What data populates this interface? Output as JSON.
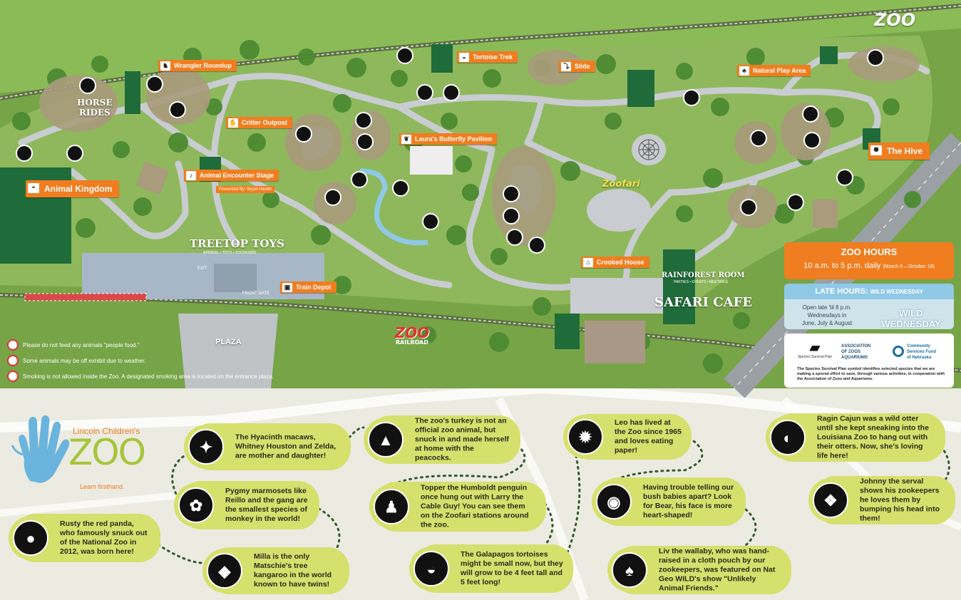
{
  "brand": {
    "zoo_logo": "ZOO",
    "org_name": "Lincoln Children's",
    "org_logo": "ZOO",
    "tagline": "Learn firsthand."
  },
  "colors": {
    "grass": "#77a447",
    "path": "#c9ccd0",
    "orange": "#f07d1f",
    "blue": "#8fc9e6",
    "lime": "#d6e06d",
    "dark_green": "#1f6b3a"
  },
  "labels": {
    "wrangler": "Wrangler Roundup",
    "tortoise": "Tortoise Trek",
    "slide": "Slide",
    "natural_play": "Natural Play Area",
    "critter": "Critter Outpost",
    "butterfly": "Laura's Butterfly Pavilion",
    "hive": "The Hive",
    "animal_kingdom": "Animal Kingdom",
    "encounter": "Animal Encounter Stage",
    "encounter_sponsor": "Presented By: Bryan Health",
    "crooked": "Crooked House",
    "train_depot": "Train Depot"
  },
  "places": {
    "horse_rides_1": "HORSE",
    "horse_rides_2": "RIDES",
    "treetop": "TREETOP TOYS",
    "treetop_sub": "APPAREL • TOYS • SOUVENIRS",
    "rainforest": "RAINFOREST ROOM",
    "rainforest_sub": "PARTIES • EVENTS • MEETINGS",
    "safari": "SAFARI CAFE",
    "plaza": "PLAZA",
    "exit": "EXIT",
    "front_gate": "FRONT GATE",
    "zoofari": "Zoofari",
    "railroad_1": "ZOO",
    "railroad_2": "RAILROAD"
  },
  "notices": [
    "Please do not feed any animals \"people food.\"",
    "Some animals may be off exhibit due to weather.",
    "Smoking is not allowed inside the Zoo. A designated smoking area is located on the entrance plaza."
  ],
  "hours": {
    "title": "ZOO HOURS",
    "text": "10 a.m. to 5 p.m. daily",
    "range": "(March 5 – October 18)",
    "late_title": "LATE HOURS:",
    "late_sub": "WILD WEDNESDAY",
    "late_1": "Open late 'til 8 p.m.",
    "late_2": "Wednesdays in",
    "late_3": "June, July & August",
    "wild_logo": "WILD WEDNESDAY"
  },
  "partners": {
    "ssp": "Species Survival Plan",
    "aza_1": "ASSOCIATION",
    "aza_2": "OF ZOOS",
    "aza_3": "AQUARIUMS",
    "csf_1": "Community",
    "csf_2": "Services Fund",
    "csf_3": "of Nebraska",
    "note": "The Species Survival Plan symbol identifies selected species that we are making a special effort to save, through various activities, in cooperation with the Association of Zoos and Aquariums."
  },
  "facts": [
    {
      "animal": "red-panda",
      "text": "Rusty the red panda, who famously snuck out of the National Zoo in 2012, was born here!"
    },
    {
      "animal": "macaw",
      "text": "The Hyacinth macaws, Whitney Houston and Zelda, are mother and daughter!"
    },
    {
      "animal": "marmoset",
      "text": "Pygmy marmosets like Reillo and the gang are the smallest species of monkey in the world!"
    },
    {
      "animal": "kangaroo",
      "text": "Milla is the only Matschie's tree kangaroo in the world known to have twins!"
    },
    {
      "animal": "turkey",
      "text": "The zoo's turkey is not an official zoo animal, but snuck in and made herself at home with the peacocks."
    },
    {
      "animal": "penguin",
      "text": "Topper the Humboldt penguin once hung out with Larry the Cable Guy! You can see them on the Zoofari stations around the zoo."
    },
    {
      "animal": "tortoise",
      "text": "The Galapagos tortoises might be small now, but they will grow to be 4 feet tall and 5 feet long!"
    },
    {
      "animal": "lion",
      "text": "Leo has lived at the Zoo since 1965 and loves eating paper!"
    },
    {
      "animal": "bush-baby",
      "text": "Having trouble telling our bush babies apart? Look for Bear, his face is more heart-shaped!"
    },
    {
      "animal": "wallaby",
      "text": "Liv the wallaby, who was hand-raised in a cloth pouch by our zookeepers, was featured on Nat Geo WILD's show \"Unlikely Animal Friends.\""
    },
    {
      "animal": "otter",
      "text": "Ragin Cajun was a wild otter until she kept sneaking into the Louisiana Zoo to hang out with their otters. Now, she's loving life here!"
    },
    {
      "animal": "serval",
      "text": "Johnny the serval shows his zookeepers he loves them by bumping his head into them!"
    }
  ]
}
